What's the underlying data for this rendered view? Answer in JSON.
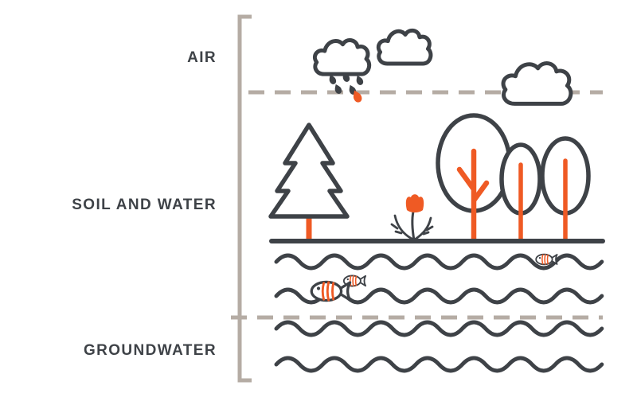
{
  "diagram": {
    "zones": [
      {
        "id": "air",
        "label": "AIR"
      },
      {
        "id": "soil-and-water",
        "label": "SOIL AND WATER"
      },
      {
        "id": "groundwater",
        "label": "GROUNDWATER"
      }
    ],
    "icons": {
      "clouds": [
        "cloud-icon",
        "rain-cloud-icon",
        "cloud-icon"
      ],
      "raindrops": {
        "dark_count": 5,
        "accent_count": 1
      },
      "vegetation": [
        "pine-tree-icon",
        "tulip-flower-icon",
        "oval-tree-icon",
        "oval-tree-icon",
        "oval-tree-icon"
      ],
      "fish": [
        "fish-icon",
        "fish-icon",
        "fish-icon"
      ],
      "water_wave_count": 4
    },
    "colors": {
      "outline": "#3e4247",
      "accent": "#ef5a24",
      "bracket": "#b5aca4",
      "background": "#ffffff"
    }
  }
}
